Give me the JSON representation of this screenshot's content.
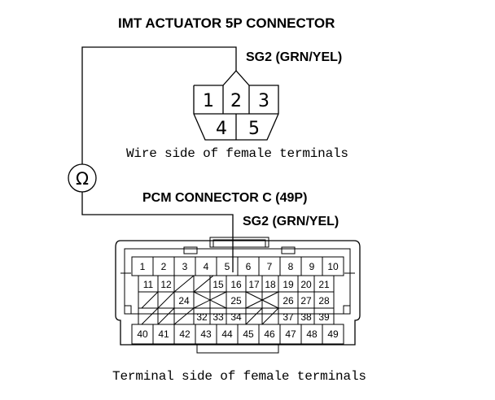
{
  "actuator": {
    "title": "IMT ACTUATOR 5P CONNECTOR",
    "signal": "SG2 (GRN/YEL)",
    "pins": [
      "1",
      "2",
      "3",
      "4",
      "5"
    ],
    "caption": "Wire side of female terminals"
  },
  "meter": {
    "symbol": "Ω"
  },
  "pcm": {
    "title": "PCM CONNECTOR C (49P)",
    "signal": "SG2 (GRN/YEL)",
    "caption": "Terminal side of female terminals",
    "row1": [
      "1",
      "2",
      "3",
      "4",
      "5",
      "6",
      "7",
      "8",
      "9",
      "10"
    ],
    "row2": [
      "11",
      "12",
      "15",
      "16",
      "17",
      "18",
      "19",
      "20",
      "21"
    ],
    "row3": [
      "24",
      "25",
      "26",
      "27",
      "28"
    ],
    "row4": [
      "32",
      "33",
      "34",
      "37",
      "38",
      "39"
    ],
    "row5": [
      "40",
      "41",
      "42",
      "43",
      "44",
      "45",
      "46",
      "47",
      "48",
      "49"
    ]
  }
}
